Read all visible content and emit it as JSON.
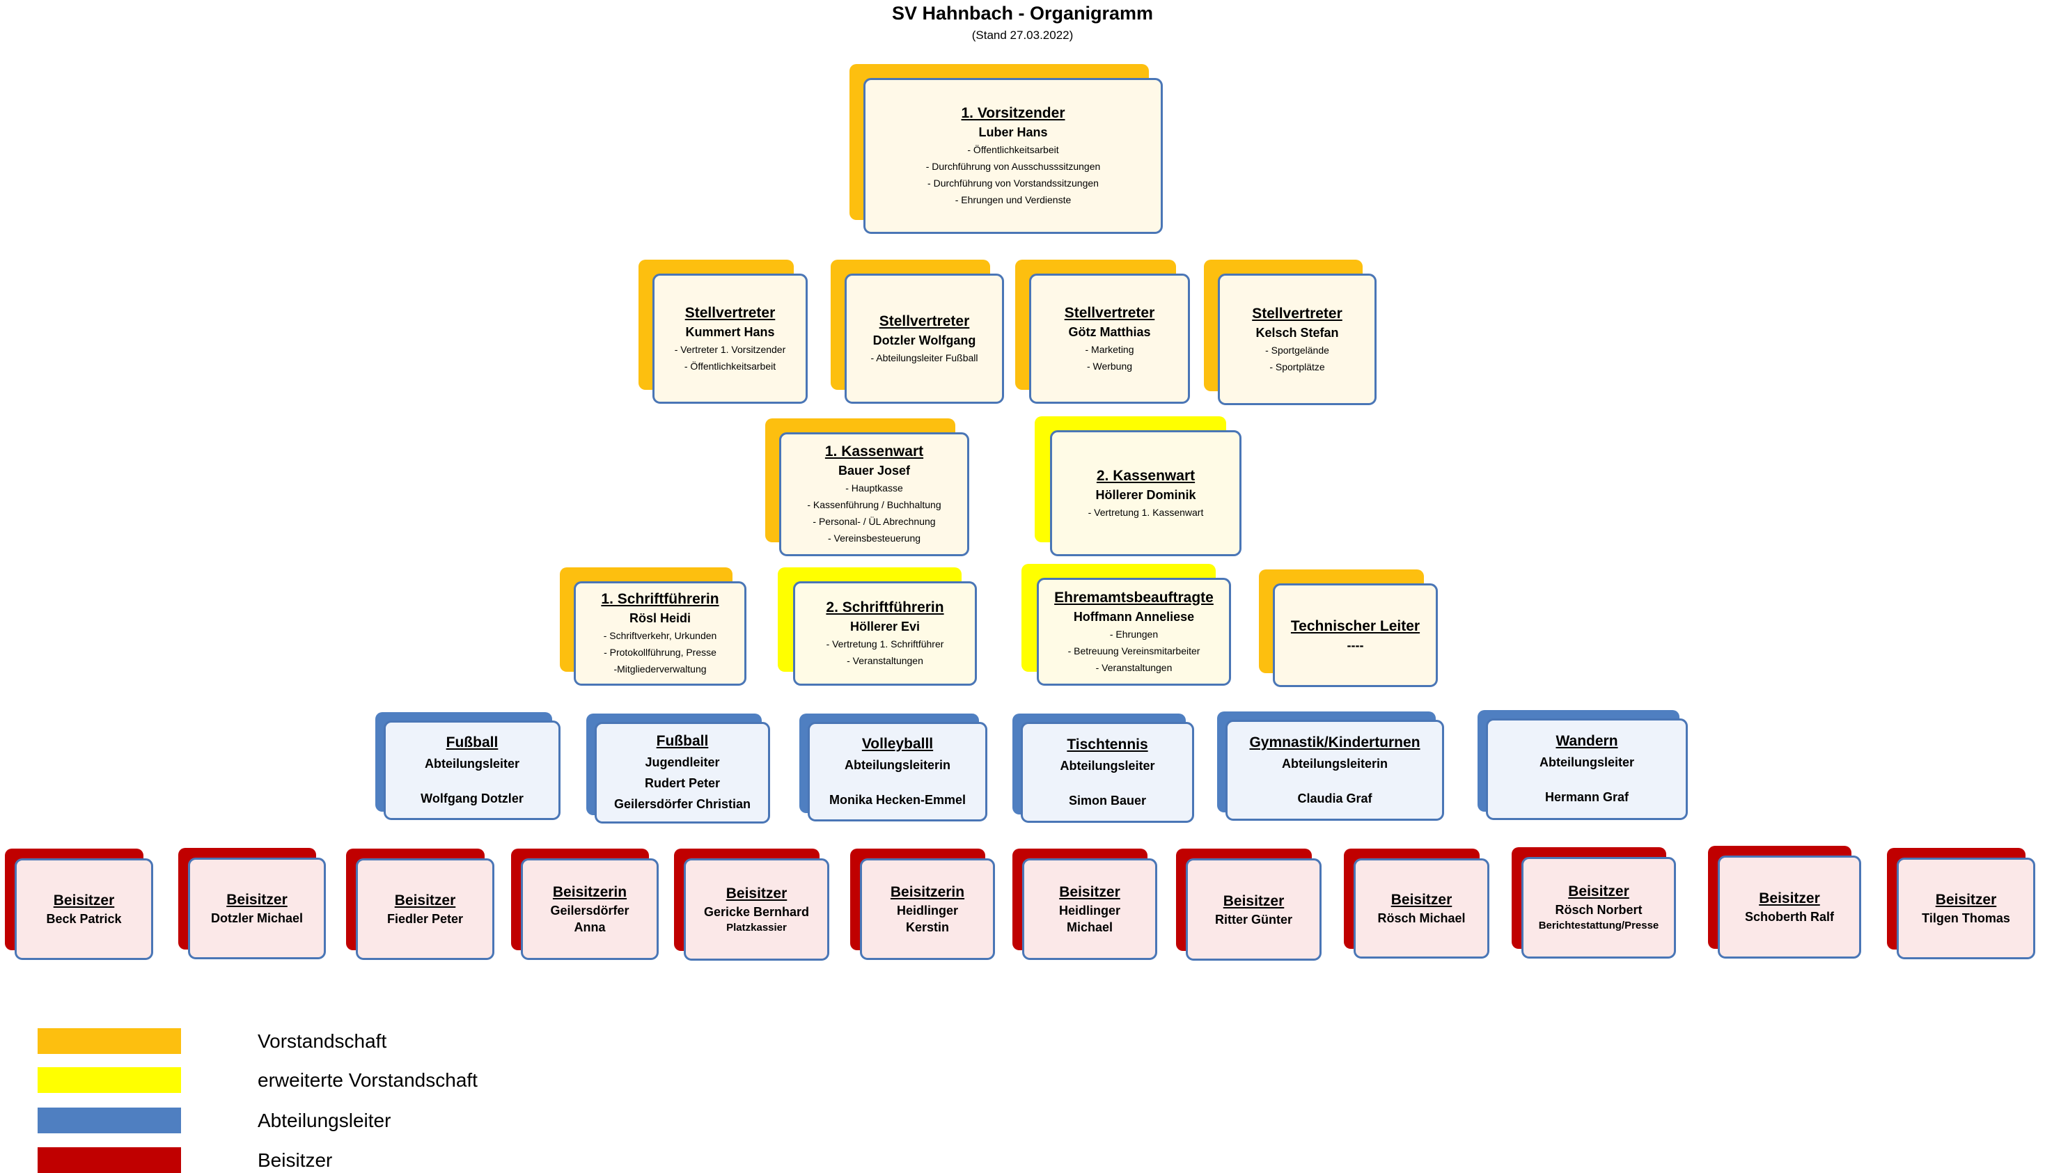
{
  "title": "SV Hahnbach - Organigramm",
  "subtitle": "(Stand 27.03.2022)",
  "colors": {
    "vorstandschaft": "#FDBF0F",
    "erweiterte_vorstandschaft": "#FFFF00",
    "abteilungsleiter": "#4F7FC1",
    "beisitzer": "#C00000",
    "box_border": "#4A76B6"
  },
  "nodes": {
    "vorsitzender": {
      "role": "1. Vorsitzender",
      "name": "Luber Hans",
      "duties": [
        "- Öffentlichkeitsarbeit",
        "- Durchführung von Ausschusssitzungen",
        "- Durchführung von Vorstandssitzungen",
        "- Ehrungen und  Verdienste"
      ]
    },
    "stv1": {
      "role": "Stellvertreter",
      "name": "Kummert Hans",
      "duties": [
        "- Vertreter 1. Vorsitzender",
        "- Öffentlichkeitsarbeit"
      ]
    },
    "stv2": {
      "role": "Stellvertreter",
      "name": "Dotzler Wolfgang",
      "duties": [
        "- Abteilungsleiter Fußball"
      ]
    },
    "stv3": {
      "role": "Stellvertreter",
      "name": "Götz Matthias",
      "duties": [
        "- Marketing",
        "- Werbung"
      ]
    },
    "stv4": {
      "role": "Stellvertreter",
      "name": "Kelsch Stefan",
      "duties": [
        "- Sportgelände",
        "- Sportplätze"
      ]
    },
    "kasse1": {
      "role": "1. Kassenwart",
      "name": "Bauer Josef",
      "duties": [
        "- Hauptkasse",
        "- Kassenführung / Buchhaltung",
        "- Personal- / ÜL Abrechnung",
        "- Vereinsbesteuerung"
      ]
    },
    "kasse2": {
      "role": "2. Kassenwart",
      "name": "Höllerer Dominik",
      "duties": [
        "- Vertretung 1. Kassenwart"
      ]
    },
    "schrift1": {
      "role": "1. Schriftführerin",
      "name": "Rösl Heidi",
      "duties": [
        "- Schriftverkehr, Urkunden",
        "- Protokollführung, Presse",
        "-Mitgliederverwaltung"
      ]
    },
    "schrift2": {
      "role": "2. Schriftführerin",
      "name": "Höllerer Evi",
      "duties": [
        "- Vertretung 1. Schriftführer",
        "- Veranstaltungen"
      ]
    },
    "ehrenamt": {
      "role": "Ehremamtsbeauftragte",
      "name": "Hoffmann Anneliese",
      "duties": [
        "- Ehrungen",
        "- Betreuung Vereinsmitarbeiter",
        "- Veranstaltungen"
      ]
    },
    "technik": {
      "role": "Technischer Leiter",
      "name": "----",
      "duties": []
    },
    "fussball": {
      "role": "Fußball",
      "title": "Abteilungsleiter",
      "name": "Wolfgang Dotzler"
    },
    "jugend": {
      "role": "Fußball",
      "title": "Jugendleiter",
      "name": "Rudert Peter",
      "name2": "Geilersdörfer Christian"
    },
    "volleyball": {
      "role": "Volleyballl",
      "title": "Abteilungsleiterin",
      "name": "Monika Hecken-Emmel"
    },
    "tischtennis": {
      "role": "Tischtennis",
      "title": "Abteilungsleiter",
      "name": "Simon Bauer"
    },
    "gymnastik": {
      "role": "Gymnastik/Kinderturnen",
      "title": "Abteilungsleiterin",
      "name": "Claudia Graf"
    },
    "wandern": {
      "role": "Wandern",
      "title": "Abteilungsleiter",
      "name": "Hermann Graf"
    },
    "b1": {
      "role": "Beisitzer",
      "name": "Beck Patrick"
    },
    "b2": {
      "role": "Beisitzer",
      "name": "Dotzler Michael"
    },
    "b3": {
      "role": "Beisitzer",
      "name": "Fiedler Peter"
    },
    "b4": {
      "role": "Beisitzerin",
      "name": "Geilersdörfer",
      "name2": "Anna"
    },
    "b5": {
      "role": "Beisitzer",
      "name": "Gericke Bernhard",
      "note": "Platzkassier"
    },
    "b6": {
      "role": "Beisitzerin",
      "name": "Heidlinger",
      "name2": "Kerstin"
    },
    "b7": {
      "role": "Beisitzer",
      "name": "Heidlinger",
      "name2": "Michael"
    },
    "b8": {
      "role": "Beisitzer",
      "name": "Ritter Günter"
    },
    "b9": {
      "role": "Beisitzer",
      "name": "Rösch Michael"
    },
    "b10": {
      "role": "Beisitzer",
      "name": "Rösch Norbert",
      "note": "Berichtestattung/Presse"
    },
    "b11": {
      "role": "Beisitzer",
      "name": "Schoberth Ralf"
    },
    "b12": {
      "role": "Beisitzer",
      "name": "Tilgen Thomas"
    }
  },
  "legend": [
    {
      "label": "Vorstandschaft",
      "color": "#FDBF0F"
    },
    {
      "label": "erweiterte Vorstandschaft",
      "color": "#FFFF00"
    },
    {
      "label": "Abteilungsleiter",
      "color": "#4F7FC1"
    },
    {
      "label": "Beisitzer",
      "color": "#C00000"
    }
  ]
}
